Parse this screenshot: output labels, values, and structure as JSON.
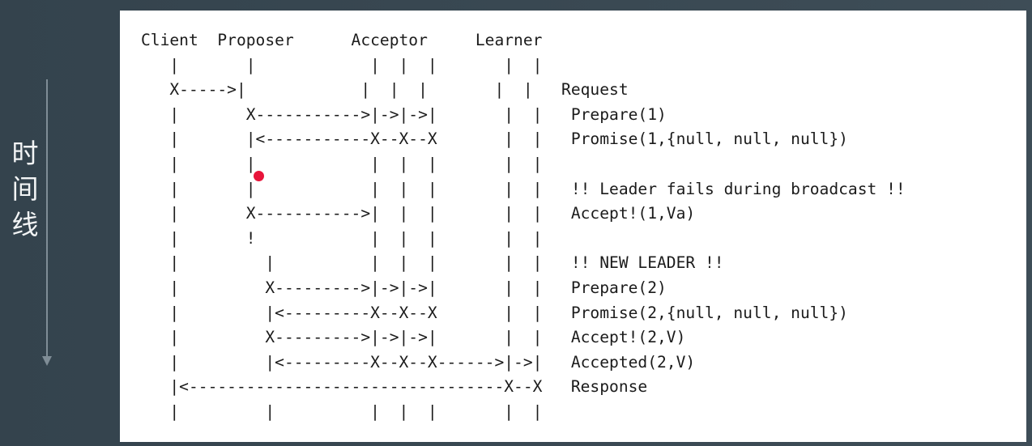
{
  "timeline": {
    "label": "时\n间\n线"
  },
  "diagram": {
    "lines": [
      "Client  Proposer      Acceptor     Learner",
      "   |       |            |  |  |       |  |",
      "   X----->|            |  |  |       |  |   Request",
      "   |       X----------->|->|->|       |  |   Prepare(1)",
      "   |       |<-----------X--X--X       |  |   Promise(1,{null, null, null})",
      "   |       |            |  |  |       |  |",
      "   |       |            |  |  |       |  |   !! Leader fails during broadcast !!",
      "   |       X----------->|  |  |       |  |   Accept!(1,Va)",
      "   |       !            |  |  |       |  |",
      "   |         |          |  |  |       |  |   !! NEW LEADER !!",
      "   |         X--------->|->|->|       |  |   Prepare(2)",
      "   |         |<---------X--X--X       |  |   Promise(2,{null, null, null})",
      "   |         X--------->|->|->|       |  |   Accept!(2,V)",
      "   |         |<---------X--X--X------>|->|   Accepted(2,V)",
      "   |<---------------------------------X--X   Response",
      "   |         |          |  |  |       |  |"
    ]
  },
  "colors": {
    "background": "#3a4852",
    "panel": "#ffffff",
    "text": "#1b1b1b",
    "cursor_dot": "#e8143a",
    "timeline_arrow": "#7f8d96"
  }
}
